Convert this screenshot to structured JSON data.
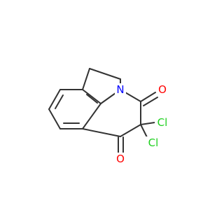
{
  "molecule": {
    "atoms": {
      "n1": {
        "symbol": "N",
        "color": "#0000ff"
      },
      "o_upper": {
        "symbol": "O",
        "color": "#ff0000"
      },
      "o_lower": {
        "symbol": "O",
        "color": "#ff0000"
      },
      "cl_a": {
        "symbol": "Cl",
        "color": "#1fd01f"
      },
      "cl_b": {
        "symbol": "Cl",
        "color": "#1fd01f"
      }
    },
    "bond_color": "#333333"
  }
}
